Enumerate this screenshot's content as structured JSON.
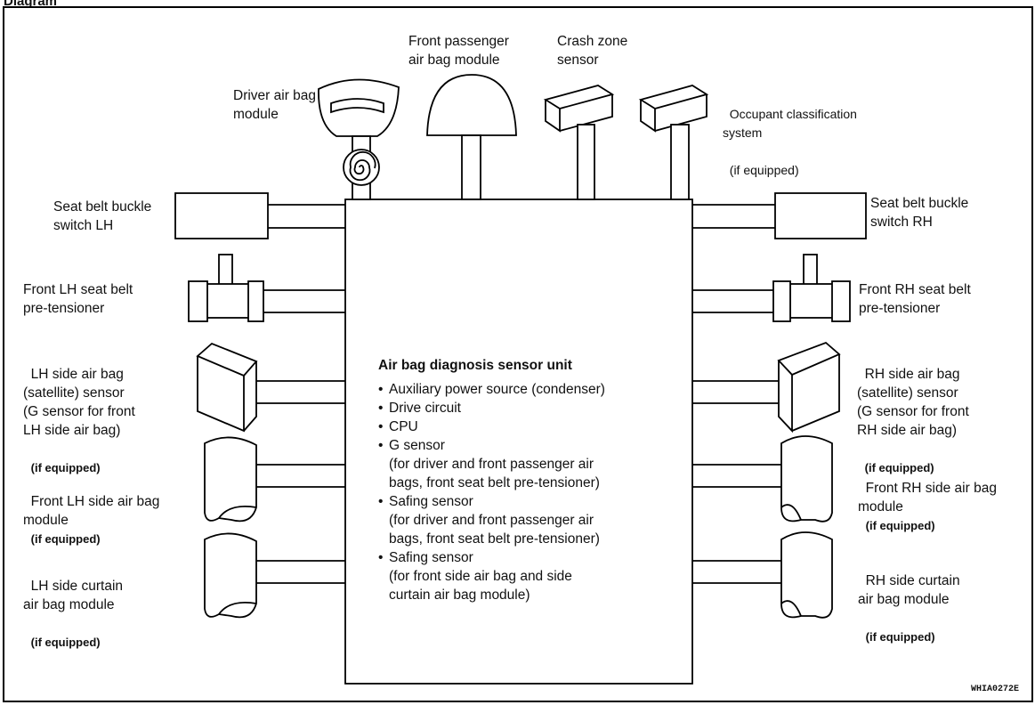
{
  "header": {
    "label": "Diagram"
  },
  "components": {
    "front_passenger": "Front passenger\nair bag module",
    "crash_zone": "Crash zone\nsensor",
    "driver": "Driver air bag\nmodule",
    "occupant_main": "Occupant classification\nsystem",
    "occupant_sub": "(if equipped)",
    "buckle_lh": "Seat belt buckle\nswitch LH",
    "buckle_rh": "Seat belt buckle\nswitch RH",
    "pretens_lh": "Front LH seat belt\npre-tensioner",
    "pretens_rh": "Front RH seat belt\npre-tensioner",
    "sat_lh_main": "LH side air bag\n(satellite) sensor\n(G sensor for front\nLH side air bag)",
    "sat_lh_sub": "(if equipped)",
    "sat_rh_main": "RH side air bag\n(satellite) sensor\n(G sensor for front\nRH side air bag)",
    "sat_rh_sub": "(if equipped)",
    "side_lh_main": "Front LH side air bag\nmodule",
    "side_lh_sub": "(if equipped)",
    "side_rh_main": "Front RH side air bag\nmodule",
    "side_rh_sub": "(if equipped)",
    "curtain_lh_main": "LH side curtain\nair bag module",
    "curtain_lh_sub": "(if equipped)",
    "curtain_rh_main": "RH side curtain\nair bag module",
    "curtain_rh_sub": "(if equipped)"
  },
  "unit": {
    "title": "Air bag diagnosis sensor unit",
    "bullet": "•",
    "items": [
      "Auxiliary power source (condenser)",
      "Drive circuit",
      "CPU",
      "G sensor",
      "Safing sensor",
      "Safing sensor"
    ],
    "details": [
      "",
      "",
      "",
      "(for driver and front passenger air\nbags, front seat belt pre-tensioner)",
      "(for driver and front passenger air\nbags, front seat belt pre-tensioner)",
      "(for front side air bag and side\ncurtain air bag module)"
    ]
  },
  "figure_code": "WHIA0272E"
}
